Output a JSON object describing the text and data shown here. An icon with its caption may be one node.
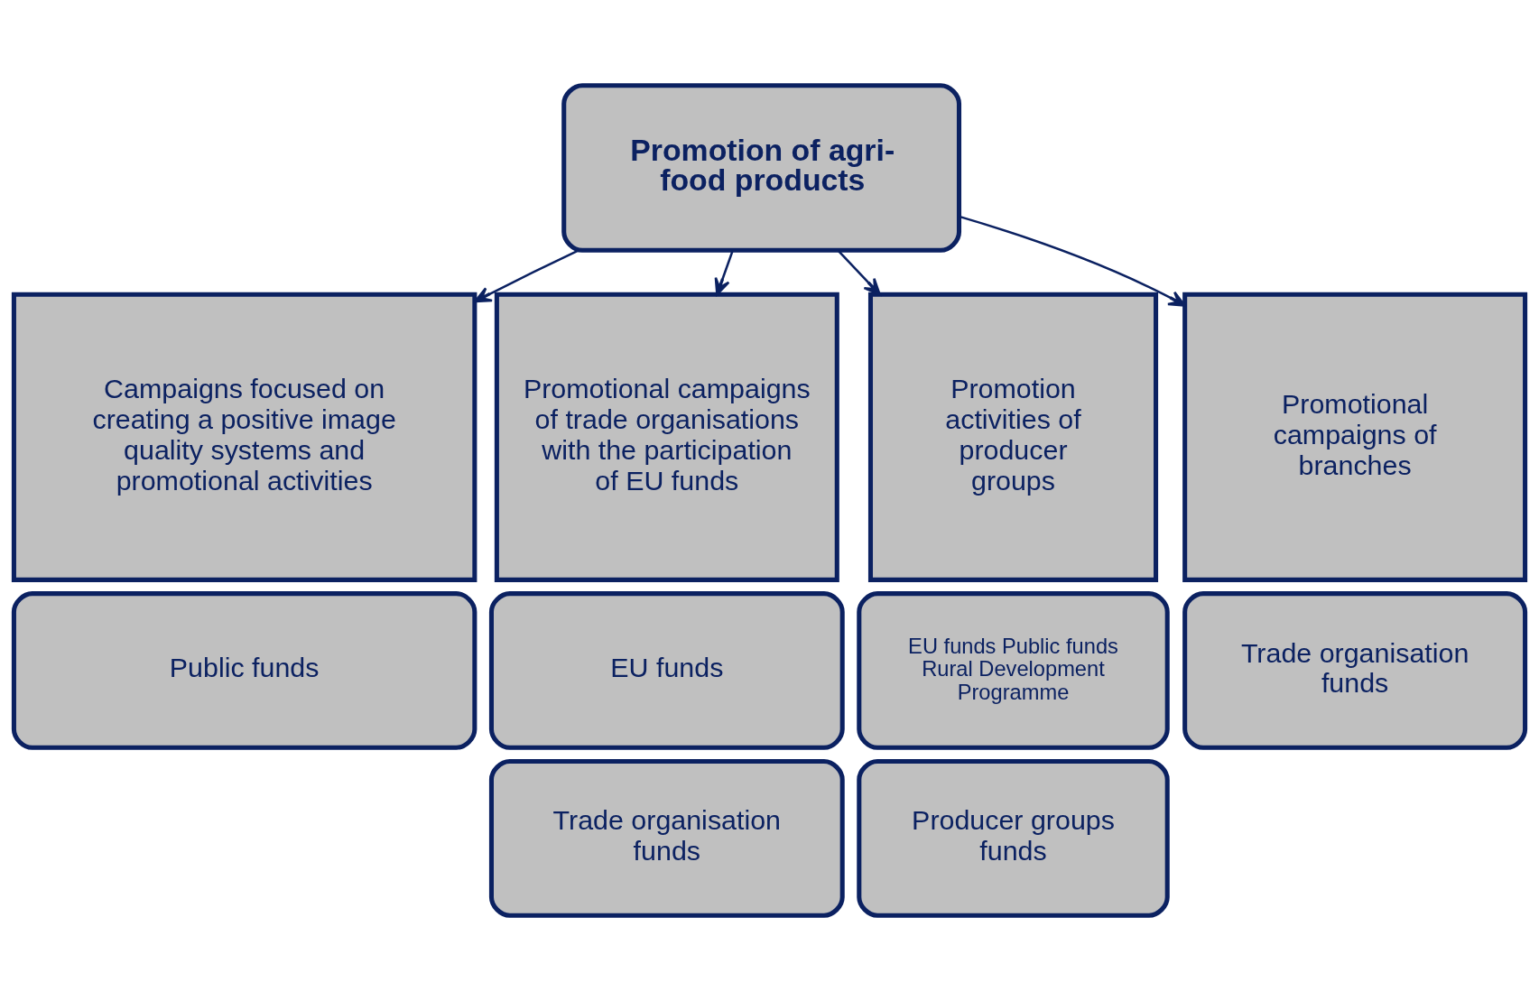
{
  "diagram": {
    "nodes": [
      {
        "text": [
          "Promotion of agri-food products"
        ]
      },
      {
        "text": [
          "Campaigns focused on creating a positive image quality systems and promotional activities"
        ]
      },
      {
        "text": [
          "Promotional campaigns of trade organisations with the participation of EU funds"
        ]
      },
      {
        "text": [
          "Promotion activities of producer groups"
        ]
      },
      {
        "text": [
          "Promotional campaigns of branches"
        ]
      },
      {
        "text": [
          "Public funds"
        ]
      },
      {
        "text": [
          "EU funds"
        ]
      },
      {
        "text": [
          "EU funds Public funds Rural Development Programme"
        ]
      },
      {
        "text": [
          "Trade organisation funds"
        ]
      },
      {
        "text": [
          "Trade organisation funds"
        ]
      },
      {
        "text": [
          "Producer groups funds"
        ]
      }
    ],
    "edges": [
      {
        "from": 0,
        "to": 1,
        "arrow": "to"
      },
      {
        "from": 0,
        "to": 2,
        "arrow": "to"
      },
      {
        "from": 0,
        "to": 3,
        "arrow": "to"
      },
      {
        "from": 0,
        "to": 4,
        "arrow": "to"
      }
    ]
  }
}
